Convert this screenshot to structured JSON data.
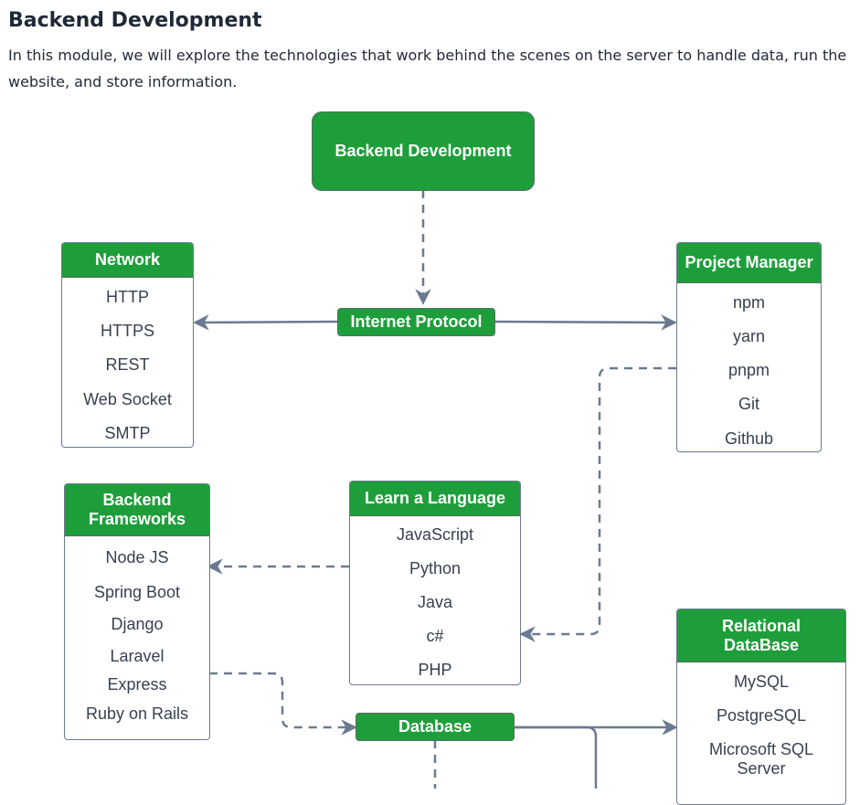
{
  "page": {
    "title": "Backend Development",
    "intro": "In this module, we will explore the technologies that work behind the scenes on the server to handle data, run the website, and store information."
  },
  "diagram": {
    "root": "Backend Development",
    "internet_protocol": "Internet Protocol",
    "database": "Database",
    "network": {
      "title": "Network",
      "items": [
        "HTTP",
        "HTTPS",
        "REST",
        "Web Socket",
        "SMTP"
      ]
    },
    "project_manager": {
      "title": "Project Manager",
      "items": [
        "npm",
        "yarn",
        "pnpm",
        "Git",
        "Github"
      ]
    },
    "backend_frameworks": {
      "title": "Backend Frameworks",
      "items": [
        "Node JS",
        "Spring Boot",
        "Django",
        "Laravel",
        "Express",
        "Ruby on Rails"
      ]
    },
    "learn_language": {
      "title": "Learn a Language",
      "items": [
        "JavaScript",
        "Python",
        "Java",
        "c#",
        "PHP"
      ]
    },
    "relational_database": {
      "title": "Relational DataBase",
      "items": [
        "MySQL",
        "PostgreSQL",
        "Microsoft SQL Server"
      ]
    }
  },
  "colors": {
    "node_green": "#1e9e3a",
    "connector": "#6b7a91",
    "text": "#1f2937"
  }
}
